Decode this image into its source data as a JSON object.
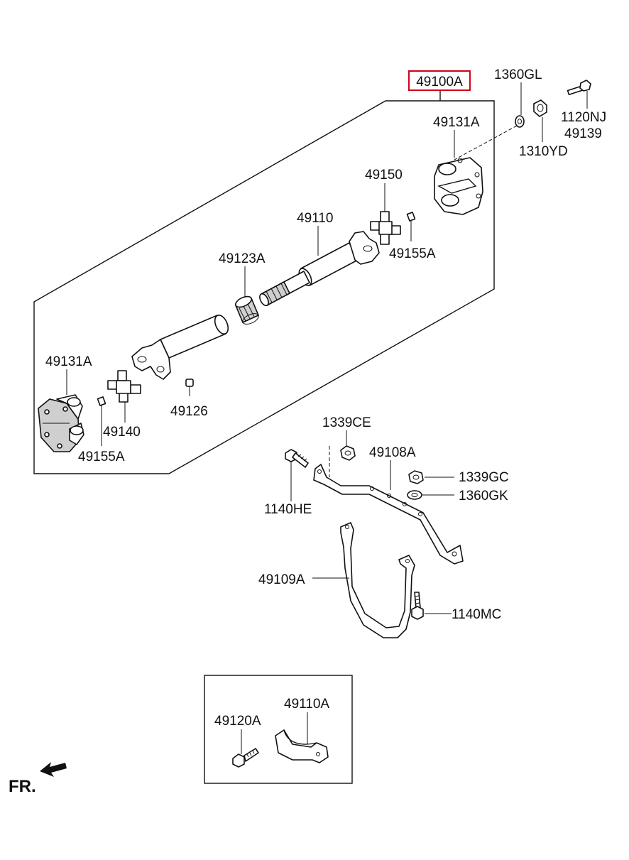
{
  "assembly": {
    "main_part": "49100A",
    "highlight_color": "#d0021b"
  },
  "labels": {
    "p1360GL": "1360GL",
    "p1120NJ": "1120NJ",
    "p49139": "49139",
    "p1310YD": "1310YD",
    "p49131A_top": "49131A",
    "p49150": "49150",
    "p49110": "49110",
    "p49155A_top": "49155A",
    "p49123A": "49123A",
    "p49131A_left": "49131A",
    "p49140": "49140",
    "p49155A_bottom": "49155A",
    "p49126": "49126",
    "p1339CE": "1339CE",
    "p49108A": "49108A",
    "p1339GC": "1339GC",
    "p1360GK": "1360GK",
    "p1140HE": "1140HE",
    "p49109A": "49109A",
    "p1140MC": "1140MC",
    "p49120A": "49120A",
    "p49110A": "49110A"
  },
  "direction": {
    "label": "FR.",
    "icon": "front-direction-arrow-icon"
  }
}
